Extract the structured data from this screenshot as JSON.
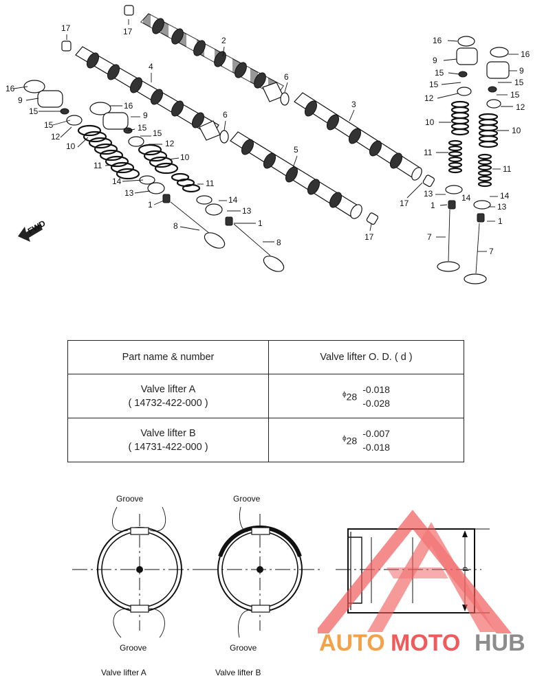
{
  "callouts": {
    "n1": "1",
    "n2": "2",
    "n3": "3",
    "n4": "4",
    "n5": "5",
    "n6": "6",
    "n7": "7",
    "n8": "8",
    "n9": "9",
    "n10": "10",
    "n11": "11",
    "n12": "12",
    "n13": "13",
    "n14": "14",
    "n15": "15",
    "n16": "16",
    "n17": "17"
  },
  "direction_label": "FWD",
  "table": {
    "header_part": "Part  name & number",
    "header_od": "Valve lifter O. D. ( d )",
    "rows": [
      {
        "name": "Valve lifter   A",
        "number": "( 14732-422-000 )",
        "diameter": "28",
        "tol_upper": "-0.018",
        "tol_lower": "-0.028"
      },
      {
        "name": "Valve lifter   B",
        "number": "( 14731-422-000 )",
        "diameter": "28",
        "tol_upper": "-0.007",
        "tol_lower": "-0.018"
      }
    ]
  },
  "diameter_symbol": "ϕ",
  "detail": {
    "groove_label": "Groove",
    "lifter_a_caption": "Valve  lifter  A",
    "lifter_b_caption": "Valve  lifter  B",
    "dimension_label": "d"
  },
  "watermark": {
    "text_a": "AUTO",
    "text_b": "MOTO",
    "text_c": "HUB",
    "color_red": "#f05a5a",
    "color_orange": "#f4a24a",
    "color_grey": "#8c8c8c"
  }
}
